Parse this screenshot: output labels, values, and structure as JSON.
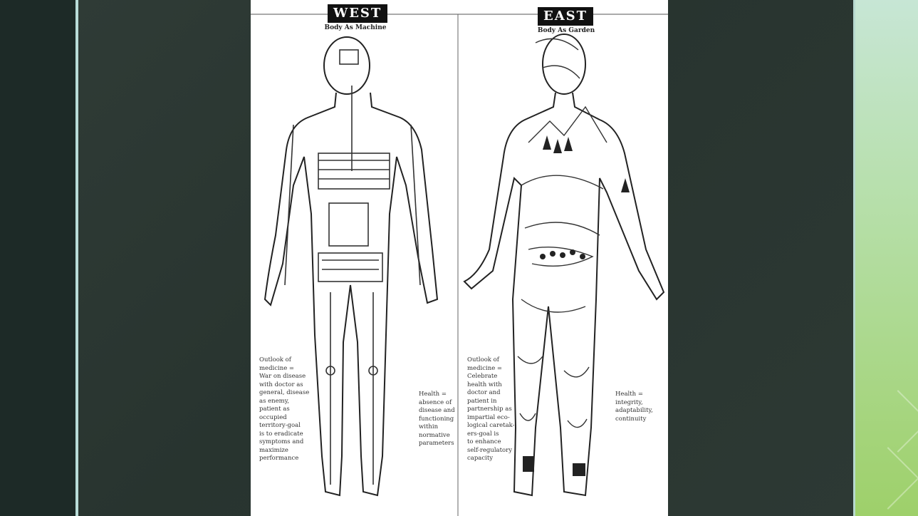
{
  "slide": {
    "figure": {
      "west": {
        "title": "WEST",
        "subtitle": "Body As Machine",
        "outlook": "Outlook of\nmedicine =\nWar on disease\nwith doctor as\ngeneral, disease\nas enemy,\npatient as\noccupied\nterritory-goal\nis to eradicate\nsymptoms and\nmaximize\nperformance",
        "health": "Health =\nabsence of\ndisease and\nfunctioning\nwithin\nnormative\nparameters"
      },
      "east": {
        "title": "EAST",
        "subtitle": "Body As Garden",
        "outlook": "Outlook of\nmedicine =\nCelebrate\nhealth with\ndoctor and\npatient in\npartnership as\nimpartial eco-\nlogical caretak-\ners-goal is\nto enhance\nself-regulatory\ncapacity",
        "health": "Health =\nintegrity,\nadaptability,\ncontinuity"
      }
    }
  }
}
